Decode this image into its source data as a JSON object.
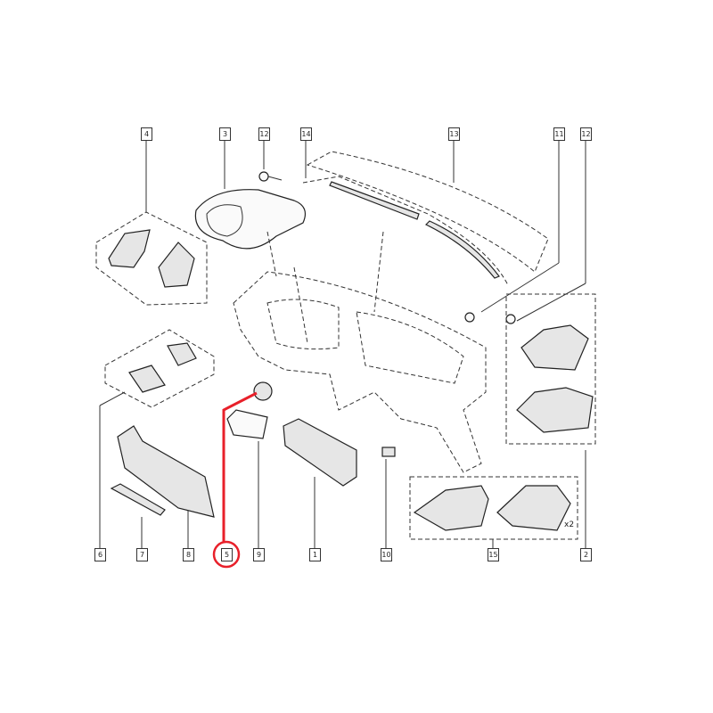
{
  "diagram": {
    "callouts_top": [
      "4",
      "3",
      "12",
      "14",
      "13",
      "11",
      "12"
    ],
    "callouts_bottom": [
      "6",
      "7",
      "8",
      "5",
      "9",
      "1",
      "10",
      "15",
      "2"
    ],
    "quantity_note": "x2",
    "highlight": {
      "callout": "5",
      "color": "#e8202a"
    }
  }
}
